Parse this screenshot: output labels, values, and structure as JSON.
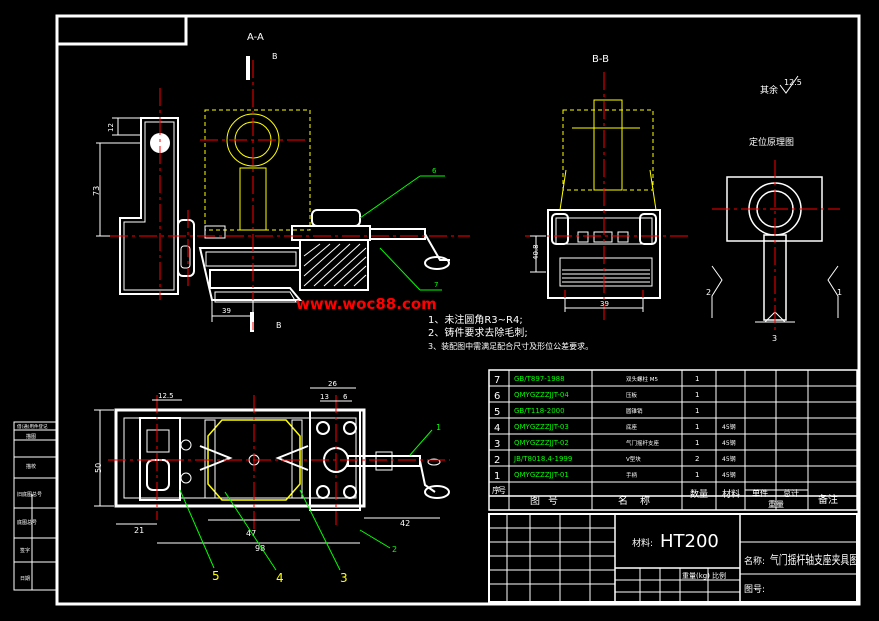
{
  "views": {
    "section_aa": "A-A",
    "section_bb": "B-B",
    "cut_label_b_top": "B",
    "cut_label_b_bottom": "B",
    "principle_title": "定位原理图"
  },
  "roughness": {
    "prefix": "其余",
    "value": "12.5"
  },
  "dimensions": {
    "d12": "12",
    "d73": "73",
    "d39a": "39",
    "d40_8": "40.8",
    "d39b": "39",
    "d12_5": "12.5",
    "d26": "26",
    "d13": "13",
    "d6": "6",
    "d50": "50",
    "d47": "47",
    "d98": "98",
    "d21": "21",
    "d42": "42"
  },
  "balloons": {
    "b6": "6",
    "b7": "7",
    "b1": "1",
    "b2": "2",
    "b3": "3",
    "b4": "4",
    "b5": "5",
    "p1": "1",
    "p2": "2",
    "p3": "3"
  },
  "watermark": "www.woc88.com",
  "notes": [
    "1、未注圆角R3~R4;",
    "2、铸件要求去除毛刺;",
    "3、装配图中需满足配合尺寸及形位公差要求。"
  ],
  "bom": {
    "rows": [
      {
        "no": "7",
        "code": "GB/T897-1988",
        "name": "双头螺柱 M5",
        "qty": "1",
        "mat": ""
      },
      {
        "no": "6",
        "code": "QMYGZZZJJT-04",
        "name": "压板",
        "qty": "1",
        "mat": ""
      },
      {
        "no": "5",
        "code": "GB/T118-2000",
        "name": "圆锥销",
        "qty": "1",
        "mat": ""
      },
      {
        "no": "4",
        "code": "QMYGZZZJJT-03",
        "name": "底座",
        "qty": "1",
        "mat": "45钢"
      },
      {
        "no": "3",
        "code": "QMYGZZZJJT-02",
        "name": "气门摇杆支座",
        "qty": "1",
        "mat": "45钢"
      },
      {
        "no": "2",
        "code": "JB/T8018.4-1999",
        "name": "V型块",
        "qty": "2",
        "mat": "45钢"
      },
      {
        "no": "1",
        "code": "QMYGZZZJJT-01",
        "name": "手柄",
        "qty": "1",
        "mat": "45钢"
      }
    ],
    "header": {
      "no": "序号",
      "code": "图号",
      "name": "名称",
      "qty": "数量",
      "mat": "材料",
      "single": "单件",
      "total": "总计",
      "weight": "重量",
      "remark": "备注"
    }
  },
  "title_block": {
    "material_label": "材料:",
    "material": "HT200",
    "name_label": "名称:",
    "name": "气门摇杆轴支座夹具图",
    "drawing_no_label": "图号:",
    "weight_label": "重量(kg)",
    "scale_label": "比例"
  },
  "left_stamp": [
    "借(通)用件登记",
    "描图",
    "描校",
    "旧底图总号",
    "底图总号",
    "签字",
    "日期"
  ]
}
